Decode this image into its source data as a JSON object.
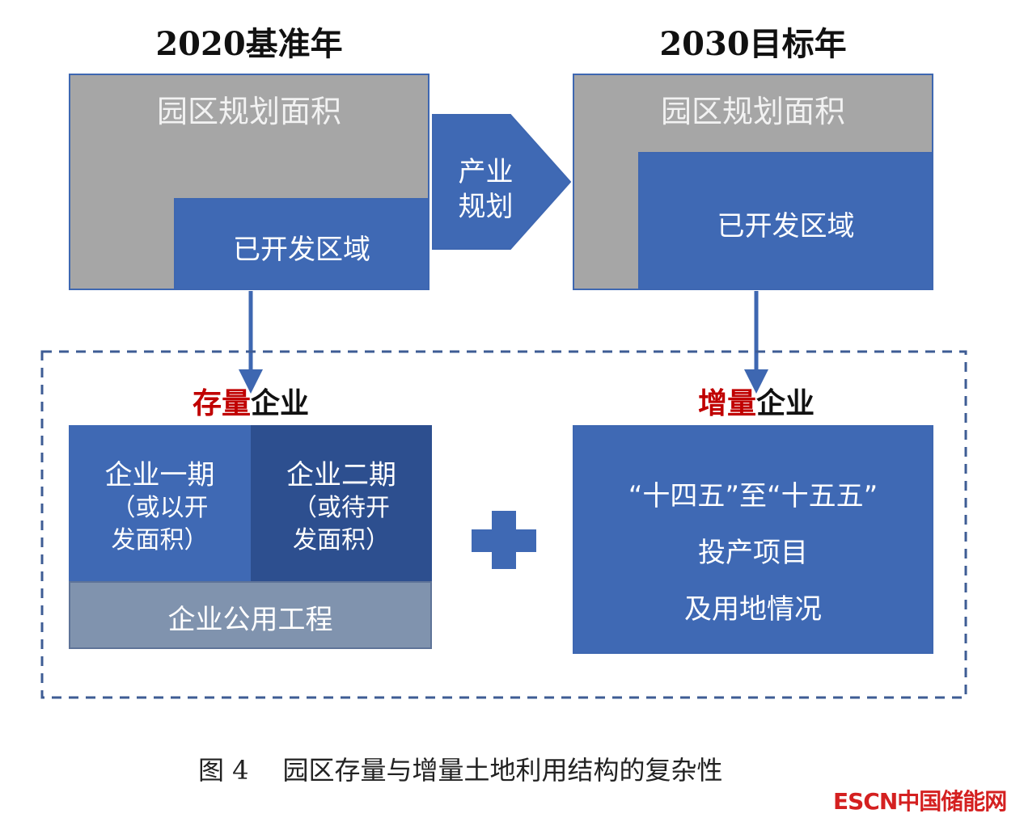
{
  "left": {
    "year_title": "2020基准年",
    "plan_area": "园区规划面积",
    "developed": "已开发区域"
  },
  "right": {
    "year_title": "2030目标年",
    "plan_area": "园区规划面积",
    "developed": "已开发区域"
  },
  "arrow": {
    "line1": "产业",
    "line2": "规划"
  },
  "existing": {
    "label_highlight": "存量",
    "label_rest": "企业",
    "phase1_title": "企业一期",
    "phase1_sub1": "（或以开",
    "phase1_sub2": "发面积）",
    "phase2_title": "企业二期",
    "phase2_sub1": "（或待开",
    "phase2_sub2": "发面积）",
    "public": "企业公用工程"
  },
  "incremental": {
    "label_highlight": "增量",
    "label_rest": "企业",
    "line1": "“十四五”至“十五五”",
    "line2": "投产项目",
    "line3": "及用地情况"
  },
  "caption": {
    "figure": "图 4",
    "text": "园区存量与增量土地利用结构的复杂性"
  },
  "watermark": "ESCN中国储能网",
  "colors": {
    "blue": "#3f69b4",
    "dark_blue": "#2d4f8f",
    "gray": "#a6a6a6",
    "slate": "#8093ae",
    "red": "#c00000",
    "dash": "#3e5c94"
  }
}
